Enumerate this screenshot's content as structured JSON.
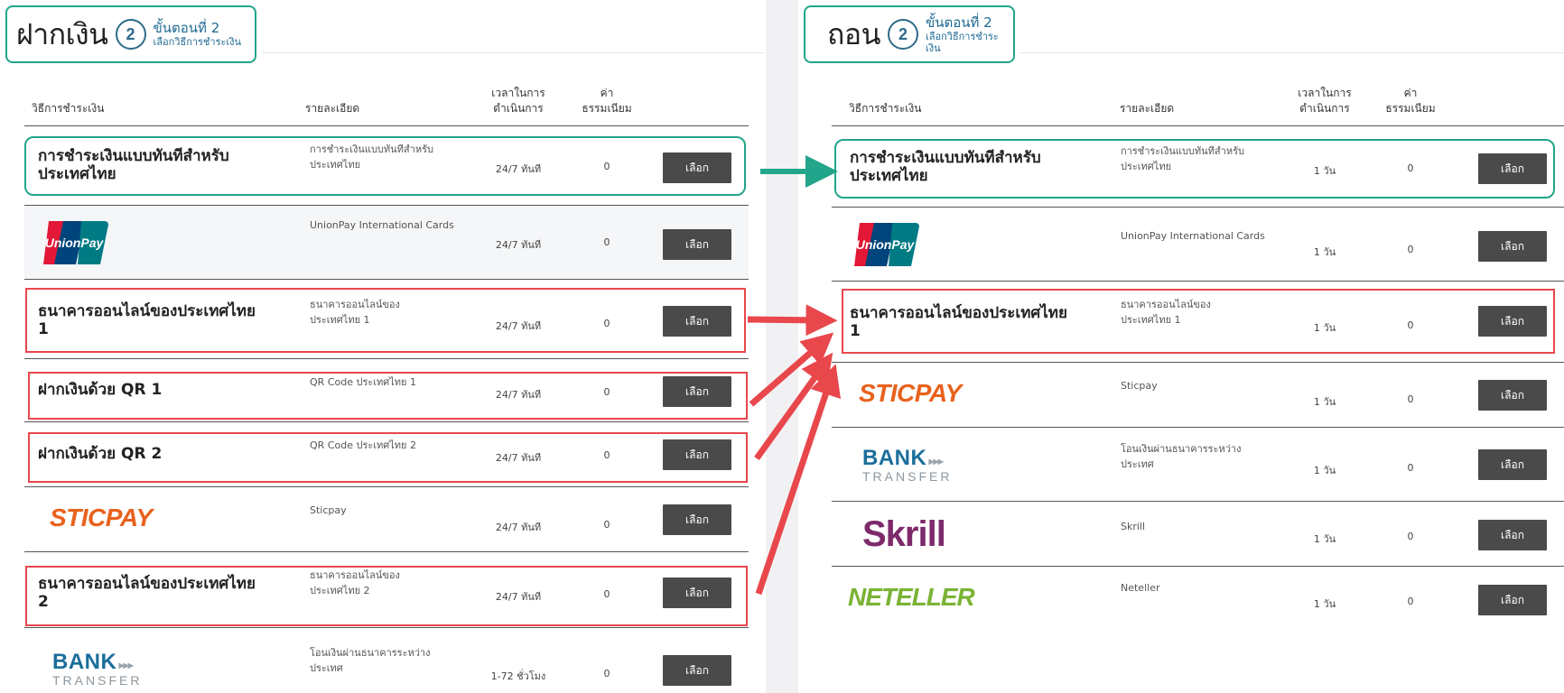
{
  "deposit": {
    "title": "ฝากเงิน",
    "step_number": "2",
    "step_label": "ขั้นตอนที่ 2",
    "step_sub": "เลือกวิธีการชำระเงิน",
    "headers": {
      "method": "วิธีการชำระเงิน",
      "details": "รายละเอียด",
      "time_l1": "เวลาในการ",
      "time_l2": "ดำเนินการ",
      "fee_l1": "ค่า",
      "fee_l2": "ธรรมเนียม"
    },
    "rows": [
      {
        "name": "การชำระเงินแบบทันทีสำหรับ\nประเทศไทย",
        "details": "การชำระเงินแบบทันทีสำหรับ\nประเทศไทย",
        "time": "24/7 ทันที",
        "fee": "0",
        "button": "เลือก"
      },
      {
        "logo": "UnionPay",
        "details": "UnionPay International Cards",
        "time": "24/7 ทันที",
        "fee": "0",
        "button": "เลือก"
      },
      {
        "name": "ธนาคารออนไลน์ของประเทศไทย\n1",
        "details": "ธนาคารออนไลน์ของ\nประเทศไทย 1",
        "time": "24/7 ทันที",
        "fee": "0",
        "button": "เลือก"
      },
      {
        "name": "ฝากเงินด้วย QR 1",
        "details": "QR Code ประเทศไทย 1",
        "time": "24/7 ทันที",
        "fee": "0",
        "button": "เลือก"
      },
      {
        "name": "ฝากเงินด้วย QR 2",
        "details": "QR Code ประเทศไทย 2",
        "time": "24/7 ทันที",
        "fee": "0",
        "button": "เลือก"
      },
      {
        "logo": "STICPAY",
        "details": "Sticpay",
        "time": "24/7 ทันที",
        "fee": "0",
        "button": "เลือก"
      },
      {
        "name": "ธนาคารออนไลน์ของประเทศไทย\n2",
        "details": "ธนาคารออนไลน์ของ\nประเทศไทย 2",
        "time": "24/7 ทันที",
        "fee": "0",
        "button": "เลือก"
      },
      {
        "logo_l1": "BANK",
        "logo_l2": "TRANSFER",
        "details": "โอนเงินผ่านธนาคารระหว่าง\nประเทศ",
        "time": "1-72 ชั่วโมง",
        "fee": "0",
        "button": "เลือก"
      }
    ]
  },
  "withdraw": {
    "title": "ถอน",
    "step_number": "2",
    "step_label": "ขั้นตอนที่ 2",
    "step_sub": "เลือกวิธีการชำระเงิน",
    "headers": {
      "method": "วิธีการชำระเงิน",
      "details": "รายละเอียด",
      "time_l1": "เวลาในการ",
      "time_l2": "ดำเนินการ",
      "fee_l1": "ค่า",
      "fee_l2": "ธรรมเนียม"
    },
    "rows": [
      {
        "name": "การชำระเงินแบบทันทีสำหรับ\nประเทศไทย",
        "details": "การชำระเงินแบบทันทีสำหรับ\nประเทศไทย",
        "time": "1 วัน",
        "fee": "0",
        "button": "เลือก"
      },
      {
        "logo": "UnionPay",
        "details": "UnionPay International Cards",
        "time": "1 วัน",
        "fee": "0",
        "button": "เลือก"
      },
      {
        "name": "ธนาคารออนไลน์ของประเทศไทย\n1",
        "details": "ธนาคารออนไลน์ของ\nประเทศไทย 1",
        "time": "1 วัน",
        "fee": "0",
        "button": "เลือก"
      },
      {
        "logo": "STICPAY",
        "details": "Sticpay",
        "time": "1 วัน",
        "fee": "0",
        "button": "เลือก"
      },
      {
        "logo_l1": "BANK",
        "logo_l2": "TRANSFER",
        "details": "โอนเงินผ่านธนาคารระหว่าง\nประเทศ",
        "time": "1 วัน",
        "fee": "0",
        "button": "เลือก"
      },
      {
        "logo": "Skrill",
        "details": "Skrill",
        "time": "1 วัน",
        "fee": "0",
        "button": "เลือก"
      },
      {
        "logo": "NETELLER",
        "details": "Neteller",
        "time": "1 วัน",
        "fee": "0",
        "button": "เลือก"
      }
    ]
  },
  "colors": {
    "highlight_green": "#22a58a",
    "highlight_red": "#e8474c",
    "button_bg": "#4a4a4a",
    "accent_blue": "#1f6a92"
  }
}
